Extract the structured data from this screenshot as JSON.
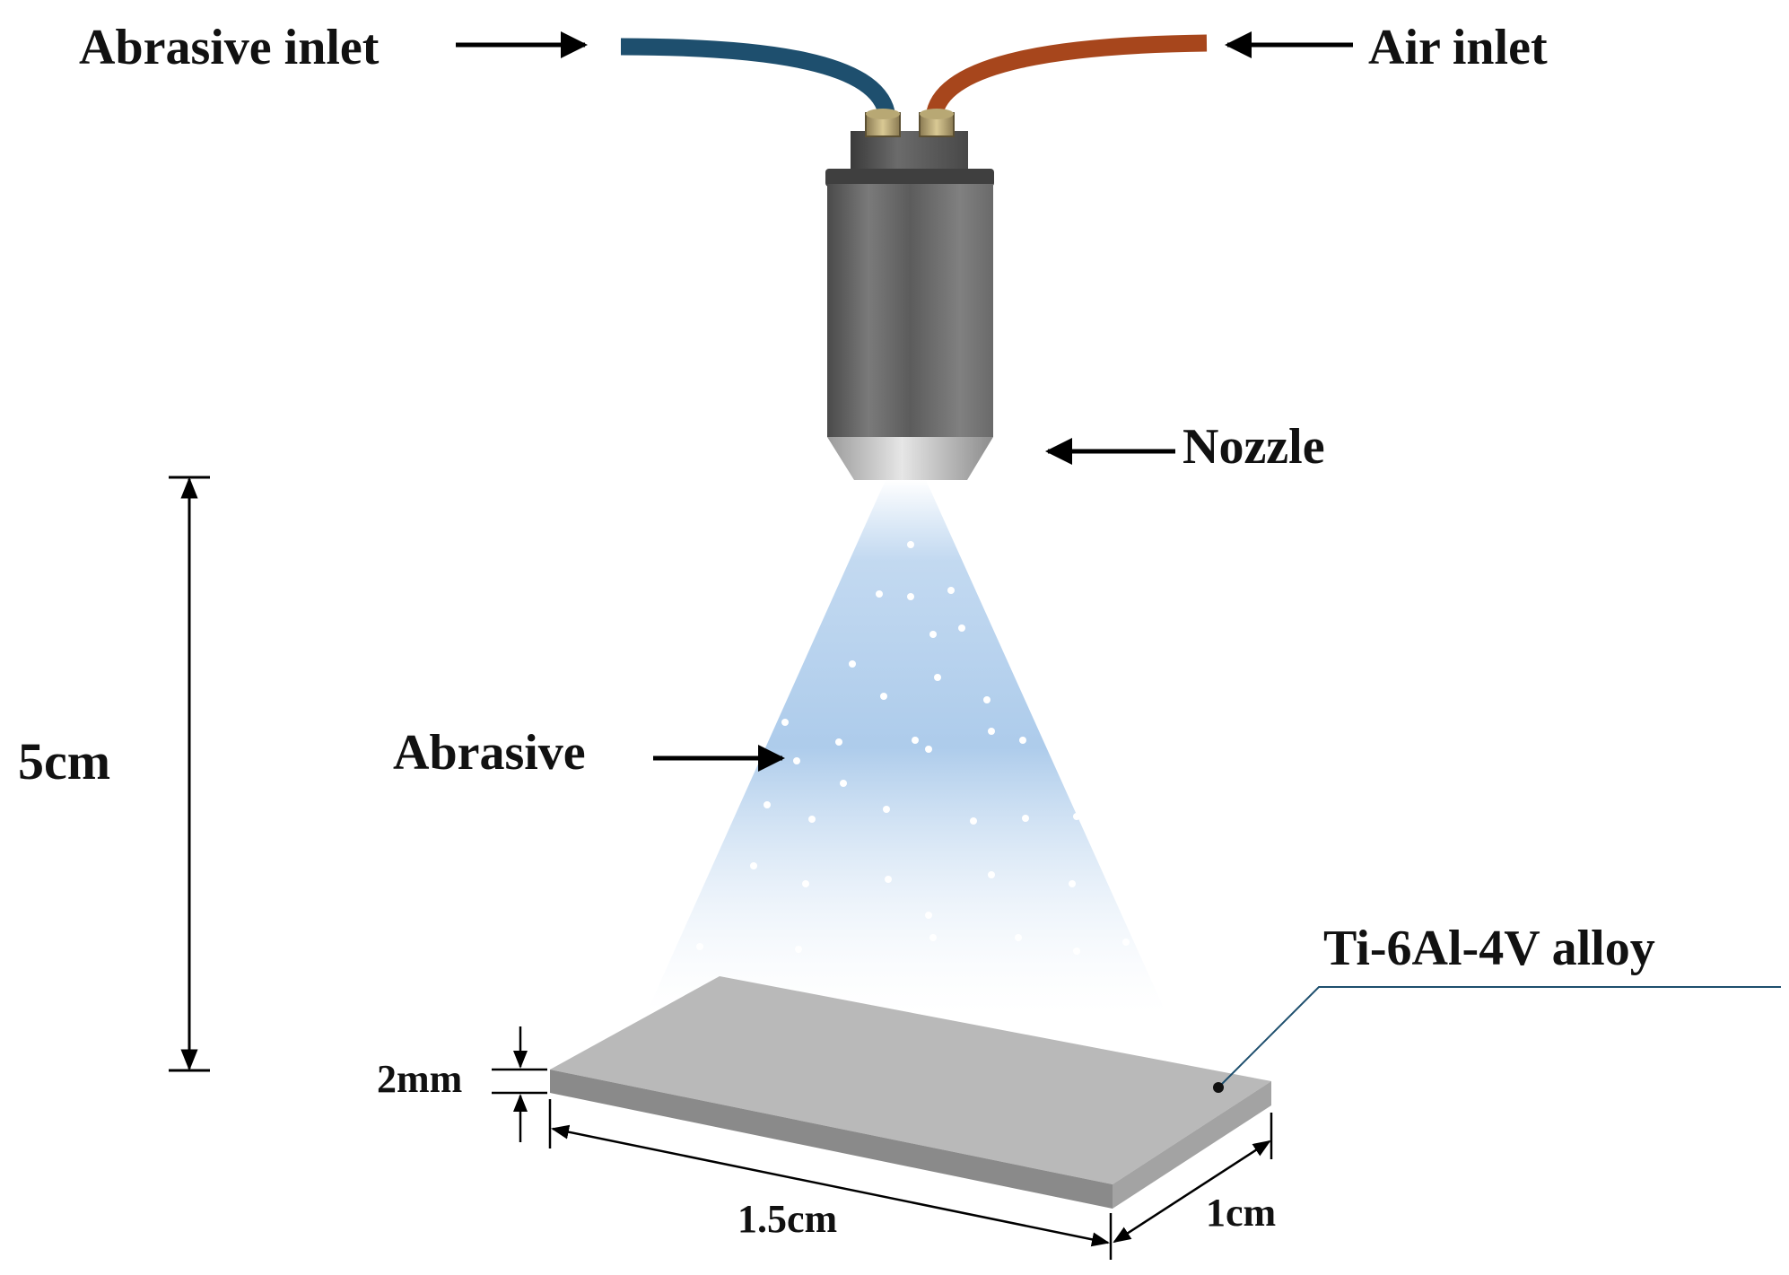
{
  "labels": {
    "abrasive_inlet": "Abrasive inlet",
    "air_inlet": "Air inlet",
    "nozzle": "Nozzle",
    "abrasive": "Abrasive",
    "distance": "5cm",
    "thickness": "2mm",
    "length": "1.5cm",
    "width": "1cm",
    "workpiece": "Ti-6Al-4V alloy"
  },
  "colors": {
    "abrasive_hose": "#1e4f6e",
    "air_hose": "#a7461c",
    "nozzle_body": "#6e6e6e",
    "spray": "#a9c9ea",
    "plate_top": "#b9b9b9",
    "plate_front": "#8a8a8a",
    "plate_side": "#a3a3a3",
    "leader_line": "#1e4f6e"
  },
  "icons": {
    "arrow": "arrow",
    "fitting": "brass-fitting"
  }
}
